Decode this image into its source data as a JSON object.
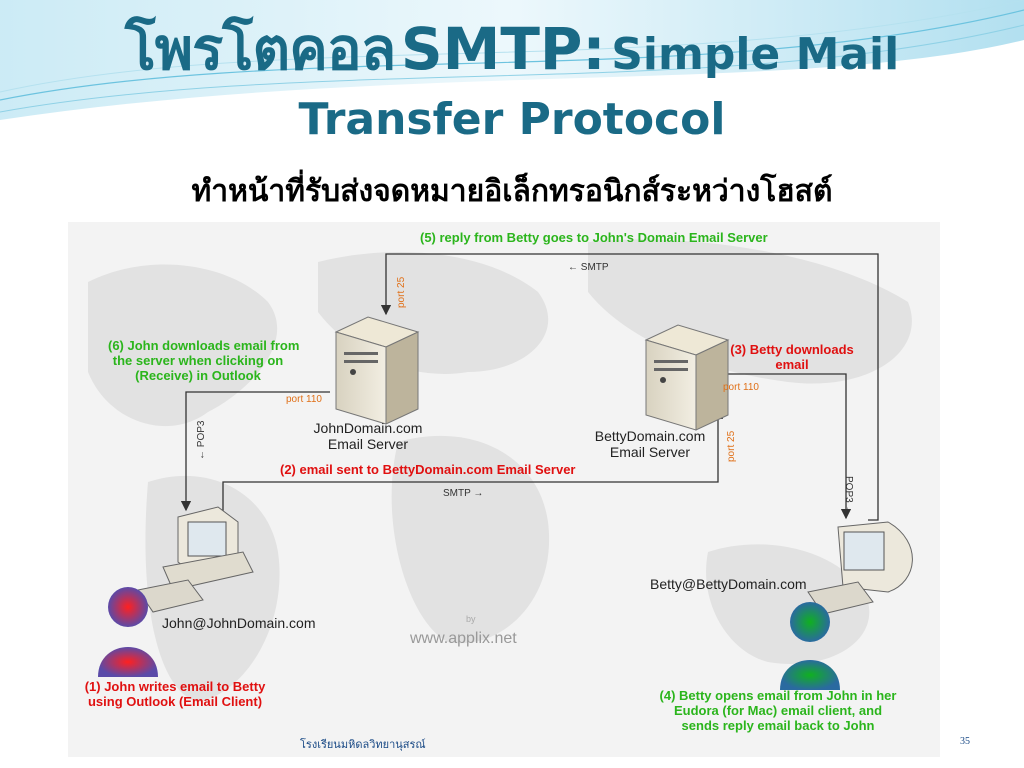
{
  "slide": {
    "title_thai": "โพรโตคอล",
    "title_smtp": "SMTP:",
    "title_en1": "Simple Mail",
    "title_en2": "Transfer Protocol",
    "subtitle": "ทำหน้าที่รับส่งจดหมายอิเล็กทรอนิกส์ระหว่างโฮสต์",
    "footer": "โรงเรียนมหิดลวิทยานุสรณ์",
    "page_number": "35"
  },
  "diagram": {
    "step1": [
      "(1) John writes email to Betty",
      "using Outlook (Email Client)"
    ],
    "step2": "(2) email sent to BettyDomain.com Email Server",
    "step3": [
      "(3) Betty downloads",
      "email"
    ],
    "step4": [
      "(4) Betty opens email from John in her",
      "Eudora (for Mac) email client, and",
      "sends reply email back to John"
    ],
    "step5": "(5) reply from Betty goes to John's Domain Email Server",
    "step6": [
      "(6) John downloads email from",
      "the server when clicking on",
      "(Receive) in Outlook"
    ],
    "john_server": [
      "JohnDomain.com",
      "Email Server"
    ],
    "betty_server": [
      "BettyDomain.com",
      "Email Server"
    ],
    "john_address": "John@JohnDomain.com",
    "betty_address": "Betty@BettyDomain.com",
    "smtp_top": "← SMTP",
    "smtp_bottom": "SMTP →",
    "pop3_left": "← POP3",
    "pop3_right": "POP3 →",
    "port25": "port 25",
    "port110": "port 110",
    "by": "by",
    "watermark": "www.applix.net",
    "colors": {
      "label_red": "#e01010",
      "label_green": "#2bb51c",
      "port_orange": "#e07018",
      "title_teal": "#1a6a86"
    }
  }
}
